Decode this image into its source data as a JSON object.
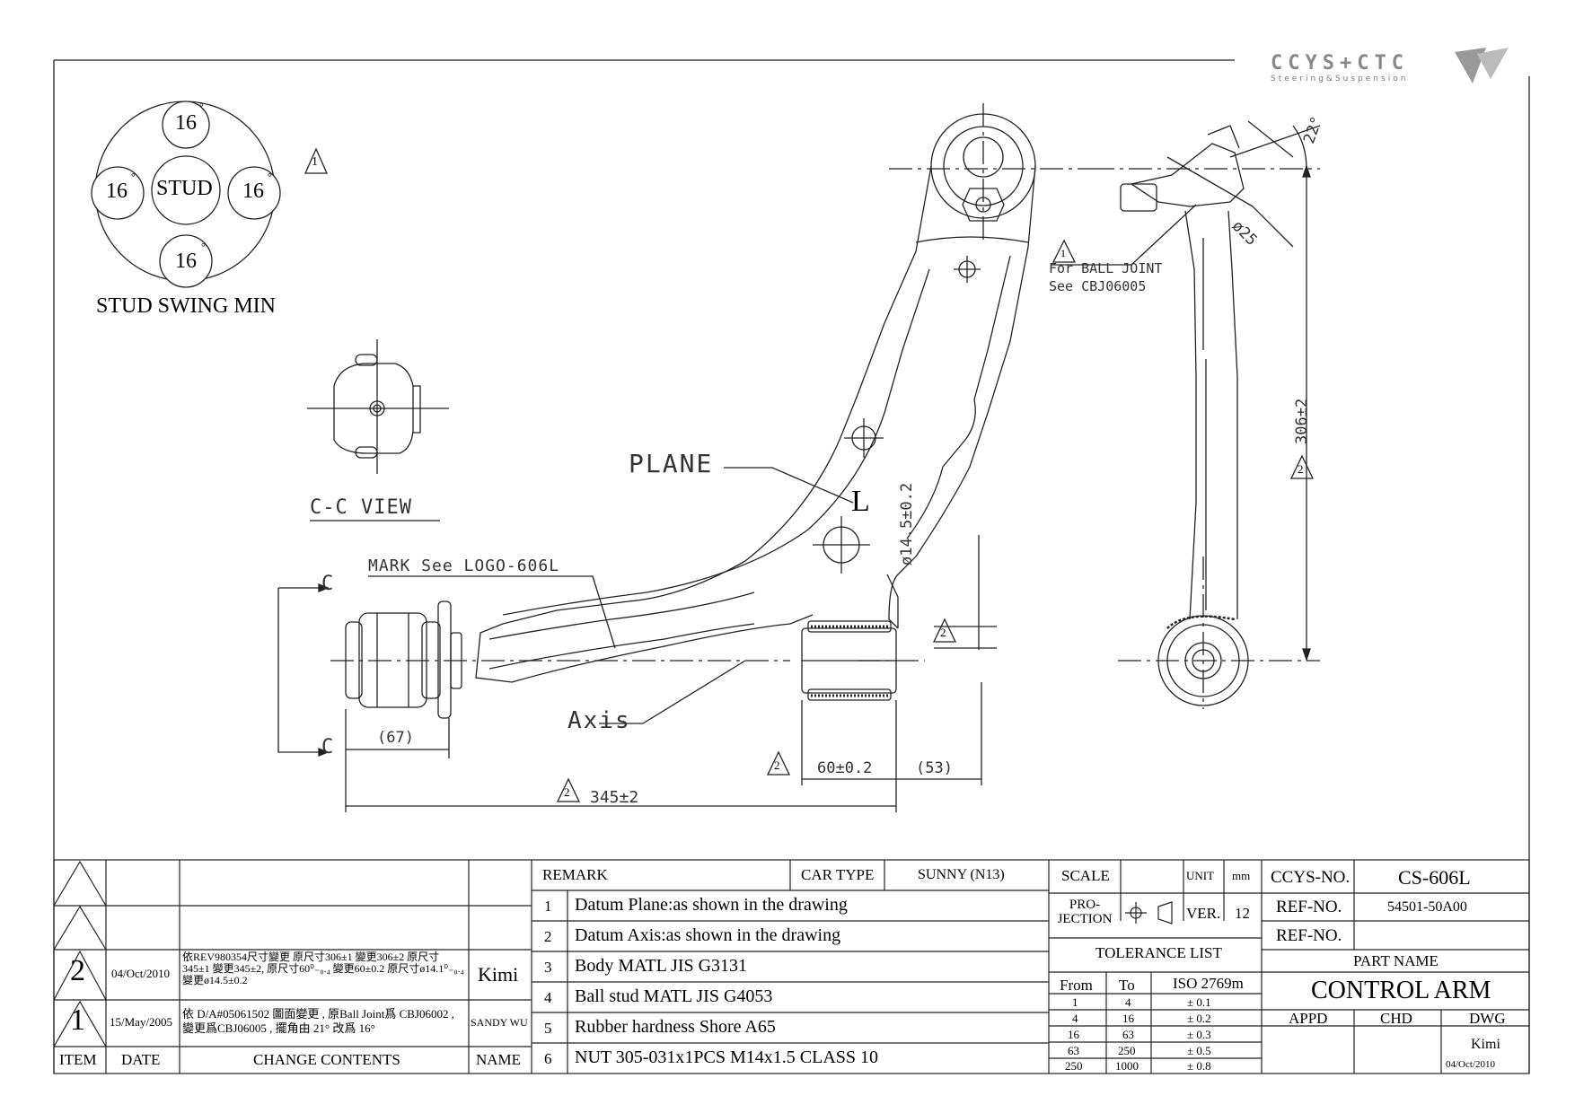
{
  "logo": {
    "brand": "CCYS+CTC",
    "tagline": "Steering&Suspension"
  },
  "stud_swing": {
    "title": "STUD SWING MIN",
    "center_label": "STUD",
    "angles": [
      "16",
      "16",
      "16",
      "16"
    ],
    "degree": "°"
  },
  "revision_marker": "1",
  "views": {
    "cc_view": "C-C VIEW",
    "section_letter": "C"
  },
  "annotations": {
    "plane": "PLANE",
    "l_mark": "L",
    "mark_logo": "MARK See LOGO-606L",
    "axis": "Axis",
    "ball_joint_line1": "For BALL JOINT",
    "ball_joint_line2": "See CBJ06005"
  },
  "dimensions": {
    "d67": "(67)",
    "d345": "345±2",
    "d60": "60±0.2",
    "d53": "(53)",
    "d14_5": "ø14.5±0.2",
    "d306": "306±2",
    "d22": "22°",
    "d25": "ø25",
    "rev_mark": "2"
  },
  "revisions": {
    "header": {
      "item": "ITEM",
      "date": "DATE",
      "change": "CHANGE CONTENTS",
      "name": "NAME"
    },
    "rows": [
      {
        "item": "2",
        "date": "04/Oct/2010",
        "change": "依REV980354尺寸變更 原尺寸306±1 變更306±2 原尺寸345±1 變更345±2, 原尺寸60⁰₋₀.₄ 變更60±0.2 原尺寸ø14.1⁰₋₀.₄ 變更ø14.5±0.2",
        "name": "Kimi"
      },
      {
        "item": "1",
        "date": "15/May/2005",
        "change": "依 D/A#05061502 圖面變更 , 原Ball Joint爲 CBJ06002 , 變更爲CBJ06005 , 擺角由 21° 改爲 16°",
        "name": "SANDY WU"
      }
    ]
  },
  "remarks": {
    "header": "REMARK",
    "car_type_label": "CAR TYPE",
    "car_type": "SUNNY (N13)",
    "items": [
      {
        "no": "1",
        "text": "Datum Plane:as shown in the drawing"
      },
      {
        "no": "2",
        "text": "Datum Axis:as shown in the drawing"
      },
      {
        "no": "3",
        "text": "Body MATL JIS G3131"
      },
      {
        "no": "4",
        "text": "Ball stud MATL JIS G4053"
      },
      {
        "no": "5",
        "text": "Rubber hardness Shore A65"
      },
      {
        "no": "6",
        "text": "NUT 305-031x1PCS M14x1.5 CLASS 10"
      }
    ]
  },
  "spec": {
    "scale": "SCALE",
    "unit_label": "UNIT",
    "unit": "mm",
    "projection": "PRO- JECTION",
    "ver_label": "VER.",
    "ver": "12",
    "tolerance_title": "TOLERANCE LIST",
    "tol_headers": [
      "From",
      "To",
      "ISO 2769m"
    ],
    "tolerances": [
      [
        "1",
        "4",
        "± 0.1"
      ],
      [
        "4",
        "16",
        "± 0.2"
      ],
      [
        "16",
        "63",
        "± 0.3"
      ],
      [
        "63",
        "250",
        "± 0.5"
      ],
      [
        "250",
        "1000",
        "± 0.8"
      ]
    ]
  },
  "part": {
    "ccys_no_label": "CCYS-NO.",
    "ccys_no": "CS-606L",
    "ref_no_label": "REF-NO.",
    "ref_no": "54501-50A00",
    "ref_no2_label": "REF-NO.",
    "ref_no2": "",
    "part_name_label": "PART NAME",
    "part_name": "CONTROL ARM",
    "appd": "APPD",
    "chd": "CHD",
    "dwg": "DWG",
    "drawn_by": "Kimi",
    "drawn_date": "04/Oct/2010"
  }
}
